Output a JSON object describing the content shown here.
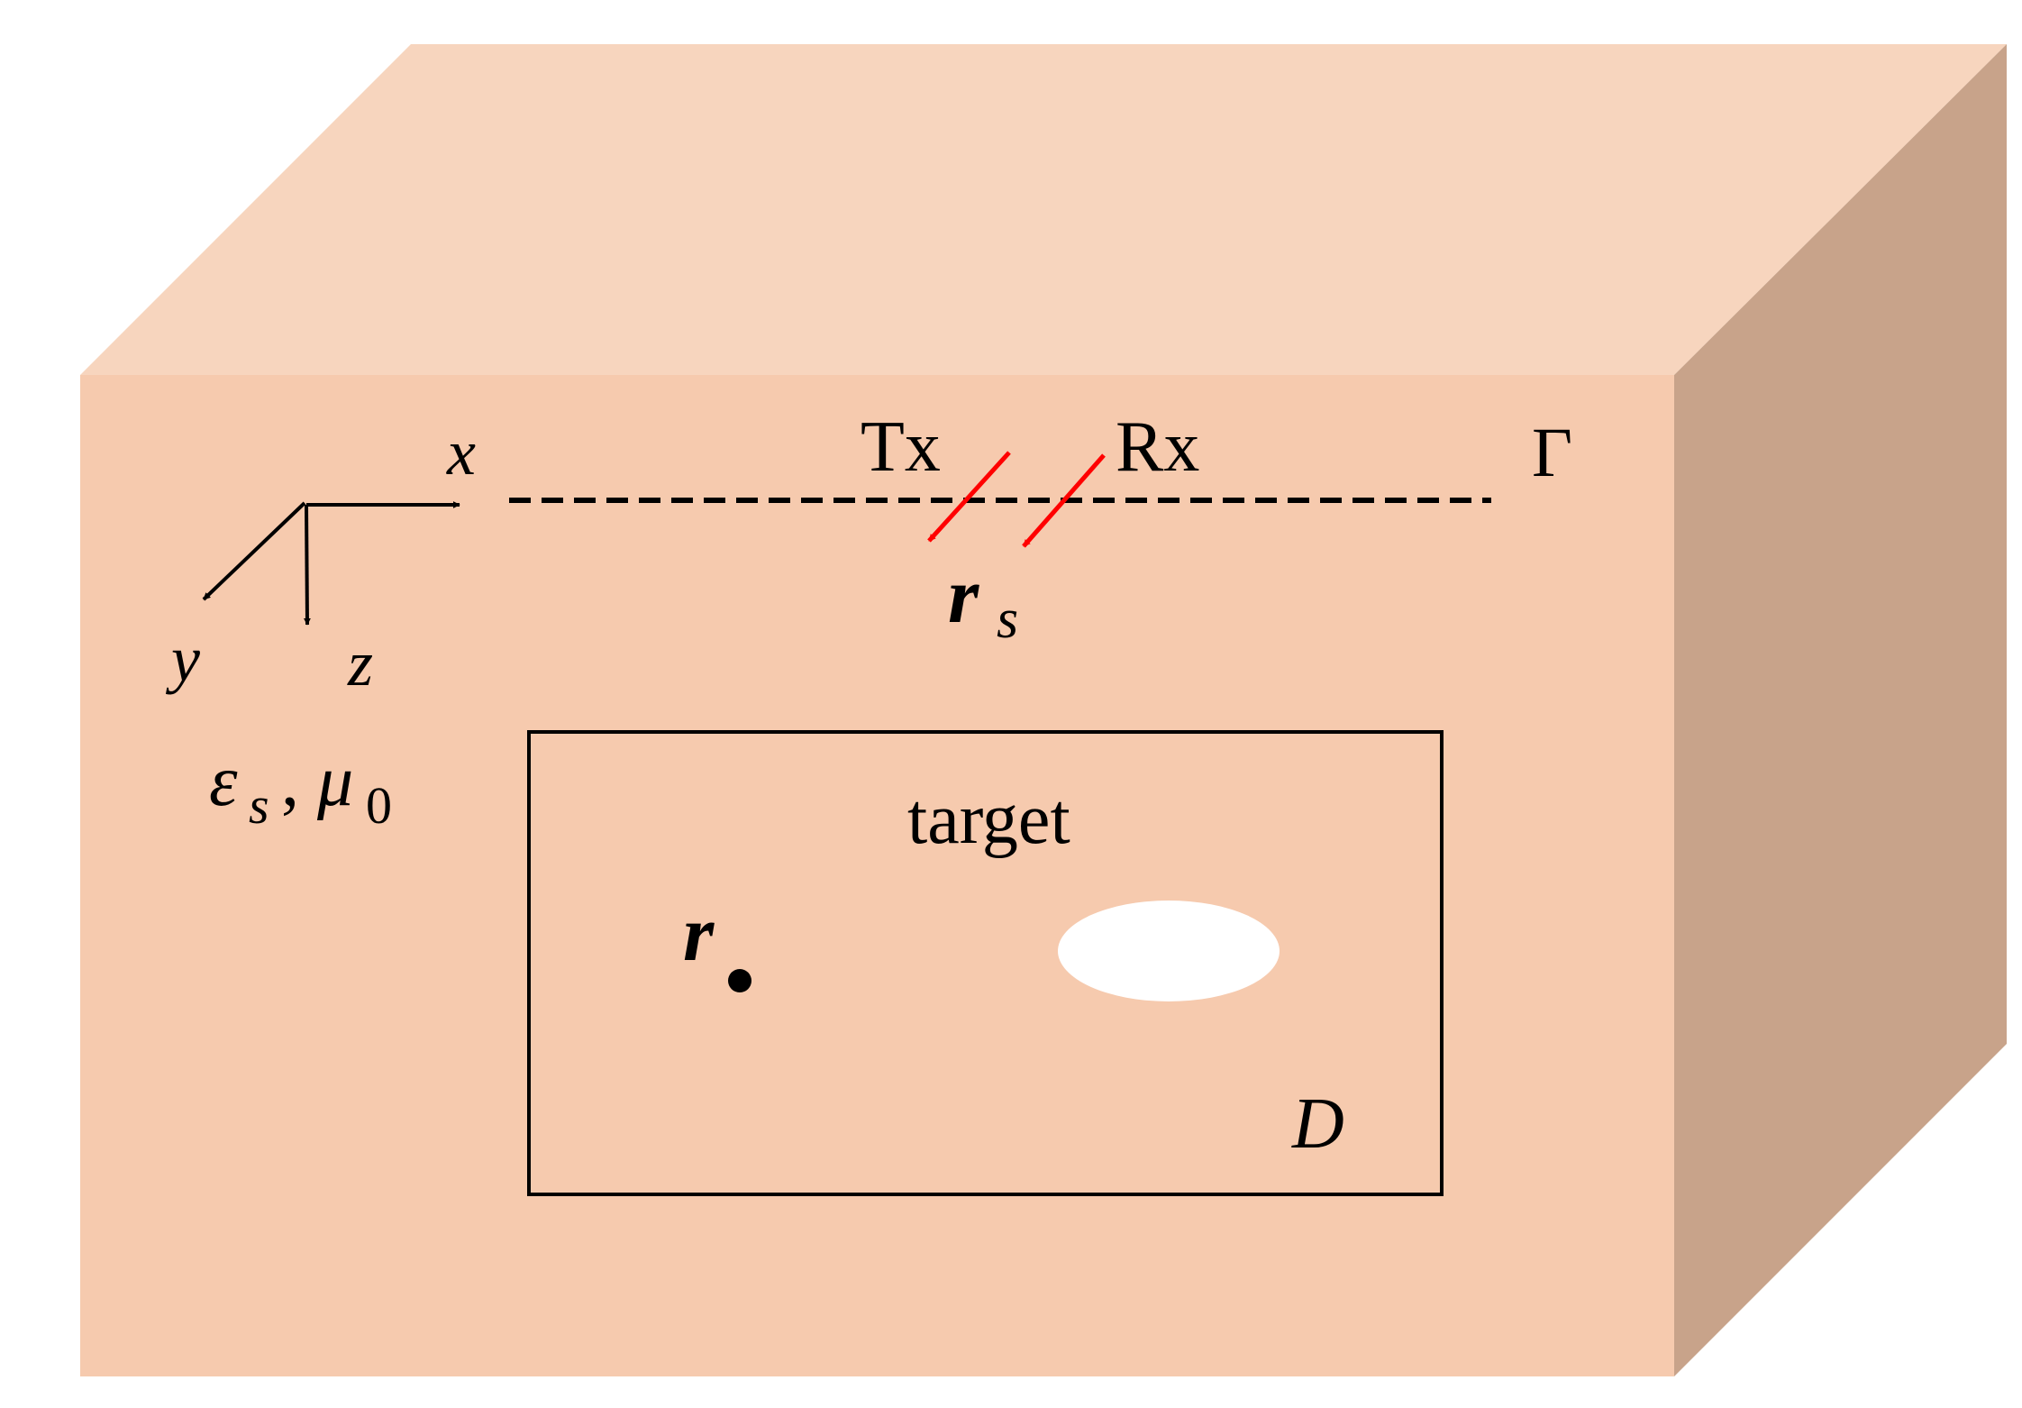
{
  "colors": {
    "front_face": "#F6CAAE",
    "top_face": "#F7D5BE",
    "side_face": "#C8A38A",
    "arrow_black": "#000000",
    "arrow_red": "#FF0000",
    "target_fill": "#FFFFFF"
  },
  "axes": {
    "x_label": "x",
    "y_label": "y",
    "z_label": "z"
  },
  "labels": {
    "tx": "Tx",
    "rx": "Rx",
    "gamma": "Γ",
    "rs_main": "r",
    "rs_sub": "s",
    "eps": "ε",
    "eps_sub": "s",
    "comma": ",",
    "mu": "μ",
    "mu_sub": "0",
    "target": "target",
    "r_point": "r",
    "domain": "D"
  }
}
